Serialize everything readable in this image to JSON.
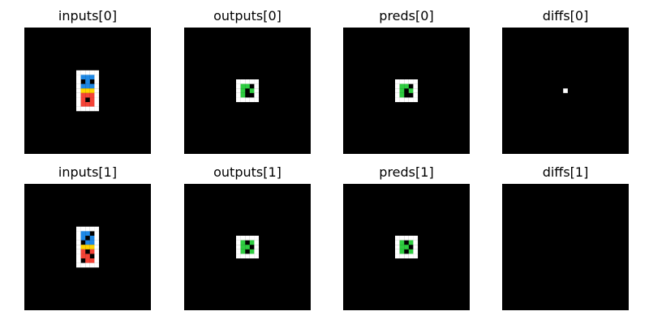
{
  "palette": {
    "0": "#000000",
    "1": "#1e88e5",
    "2": "#ffffff",
    "3": "#ffd400",
    "4": "#f44336",
    "5": "#2ecc40"
  },
  "panels": [
    {
      "title": "inputs[0]",
      "grid": [
        "22222",
        "21112",
        "20102",
        "21112",
        "23332",
        "24442",
        "24042",
        "24442",
        "22222"
      ]
    },
    {
      "title": "outputs[0]",
      "grid": [
        "22222",
        "25502",
        "25052",
        "25002",
        "22222"
      ]
    },
    {
      "title": "preds[0]",
      "grid": [
        "22222",
        "25502",
        "25052",
        "25002",
        "22222"
      ]
    },
    {
      "title": "diffs[0]",
      "grid": [
        "00000",
        "00000",
        "00200",
        "00000",
        "00000"
      ]
    },
    {
      "title": "inputs[1]",
      "grid": [
        "22222",
        "21102",
        "21012",
        "20112",
        "23332",
        "24042",
        "24402",
        "20442",
        "22222"
      ]
    },
    {
      "title": "outputs[1]",
      "grid": [
        "22222",
        "25052",
        "25502",
        "25052",
        "22222"
      ]
    },
    {
      "title": "preds[1]",
      "grid": [
        "22222",
        "25052",
        "25502",
        "25052",
        "22222"
      ]
    },
    {
      "title": "diffs[1]",
      "grid": [
        "00000",
        "00000",
        "00000",
        "00000",
        "00000"
      ]
    }
  ]
}
